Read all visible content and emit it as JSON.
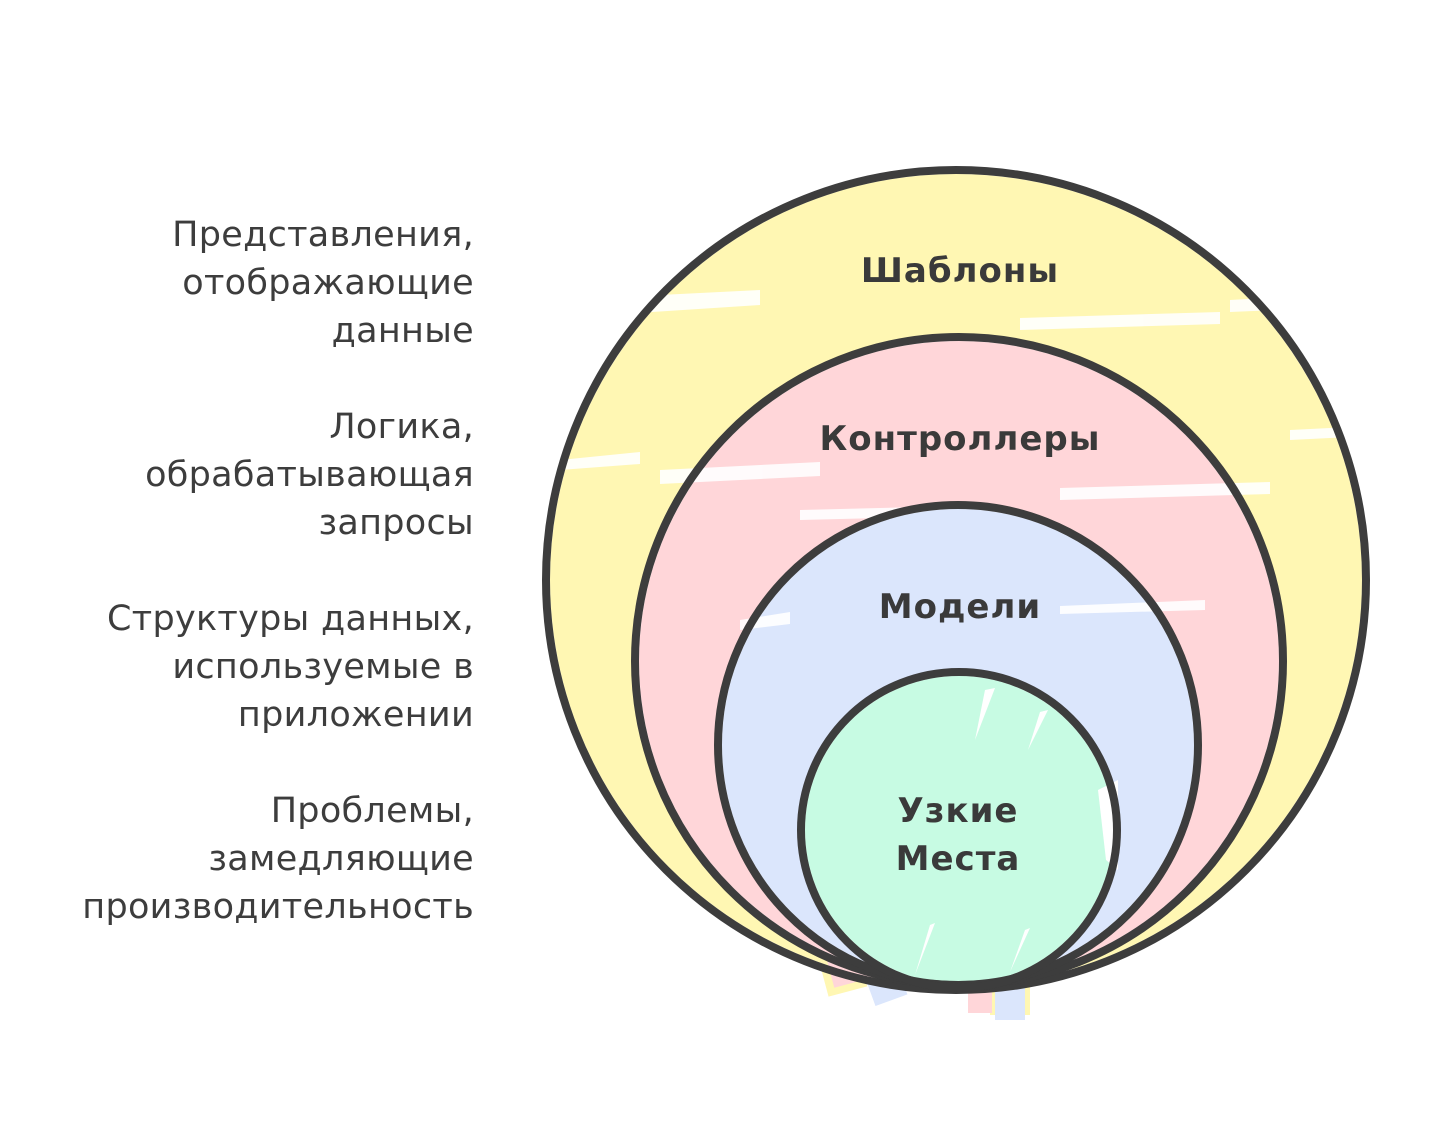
{
  "colors": {
    "templates": "#fff7b3",
    "controllers": "#ffd6d9",
    "models": "#dbe6fc",
    "bottlenecks": "#c7fbe3",
    "stroke": "#3d3d3d",
    "text": "#3d3d3d"
  },
  "descriptions": [
    {
      "id": "templates",
      "text": "Представления,\nотображающие\nданные"
    },
    {
      "id": "controllers",
      "text": "Логика,\nобрабатывающая\nзапросы"
    },
    {
      "id": "models",
      "text": "Структуры данных,\nиспользуемые в\nприложении"
    },
    {
      "id": "bottlenecks",
      "text": "Проблемы,\nзамедляющие\nпроизводительность"
    }
  ],
  "layers": [
    {
      "id": "templates",
      "label": "Шаблоны"
    },
    {
      "id": "controllers",
      "label": "Контроллеры"
    },
    {
      "id": "models",
      "label": "Модели"
    },
    {
      "id": "bottlenecks",
      "label_line1": "Узкие",
      "label_line2": "Места"
    }
  ]
}
